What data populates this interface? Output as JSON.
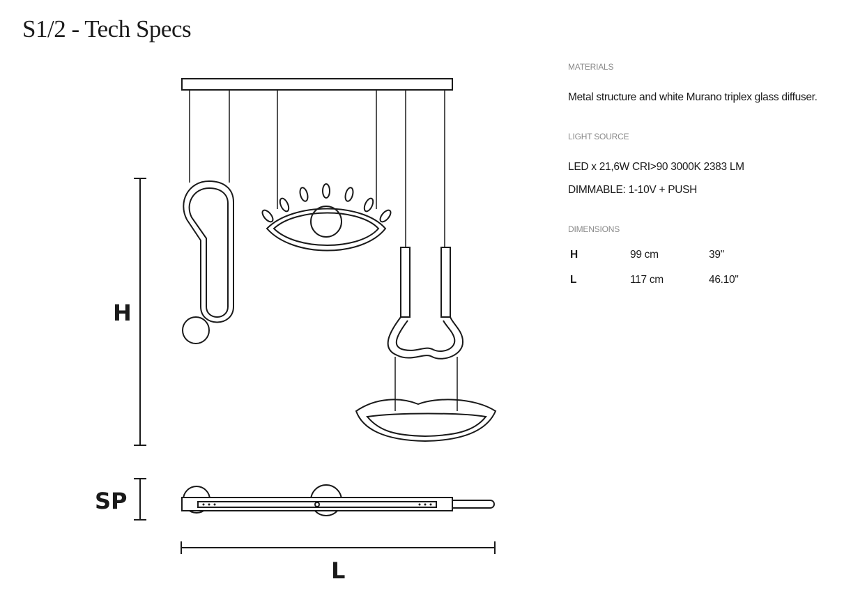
{
  "title": "S1/2 - Tech Specs",
  "materials": {
    "label": "MATERIALS",
    "text": "Metal structure and white Murano triplex glass diffuser."
  },
  "light_source": {
    "label": "LIGHT SOURCE",
    "lines": [
      "LED x 21,6W CRI>90 3000K 2383 LM",
      "DIMMABLE: 1-10V + PUSH"
    ]
  },
  "dimensions": {
    "label": "DIMENSIONS",
    "rows": [
      {
        "key": "H",
        "cm": "99 cm",
        "inch": "39''"
      },
      {
        "key": "L",
        "cm": "117 cm",
        "inch": "46.10''"
      }
    ]
  },
  "drawing_labels": {
    "height": "H",
    "depth": "SP",
    "length": "L"
  }
}
